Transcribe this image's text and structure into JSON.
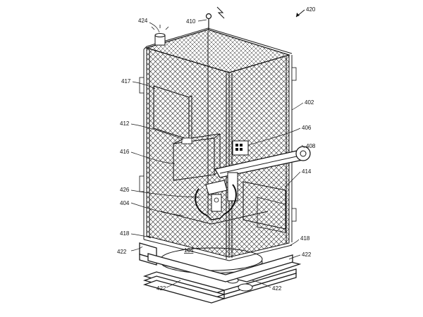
{
  "figure": {
    "reference_numeral": "420",
    "labels": {
      "l424": "424",
      "l410": "410",
      "l417": "417",
      "l412": "412",
      "l416": "416",
      "l426": "426",
      "l404": "404",
      "l418_left": "418",
      "l422_left": "422",
      "l104": "104",
      "l422_bottom_left": "422",
      "l422_bottom_right": "422",
      "l422_right": "422",
      "l418_right": "418",
      "l414": "414",
      "l408": "408",
      "l406": "406",
      "l402": "402"
    }
  }
}
